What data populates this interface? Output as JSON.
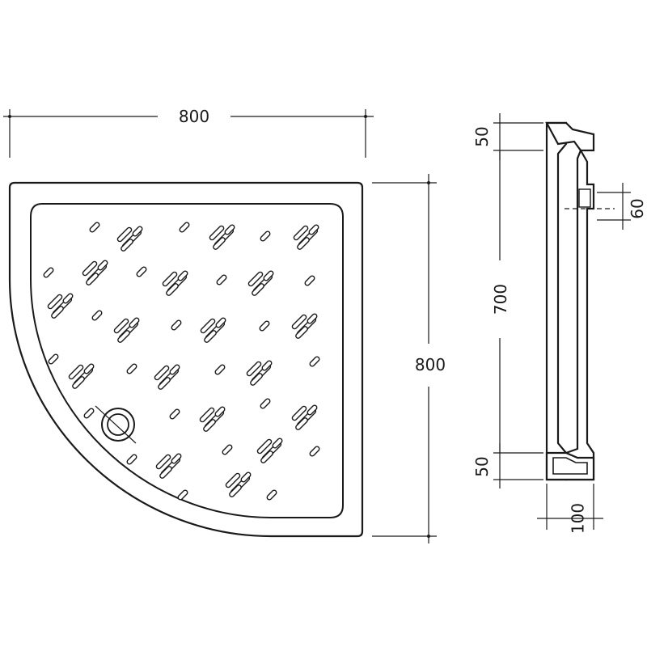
{
  "diagram": {
    "plan_view": {
      "width_label": "800",
      "depth_label": "800"
    },
    "side_view": {
      "top_rim_label": "50",
      "bottom_rim_label": "50",
      "inner_height_label": "700",
      "drain_label": "60",
      "thickness_label": "100"
    },
    "colors": {
      "stroke": "#1a1a1a",
      "fill": "#ffffff"
    }
  }
}
